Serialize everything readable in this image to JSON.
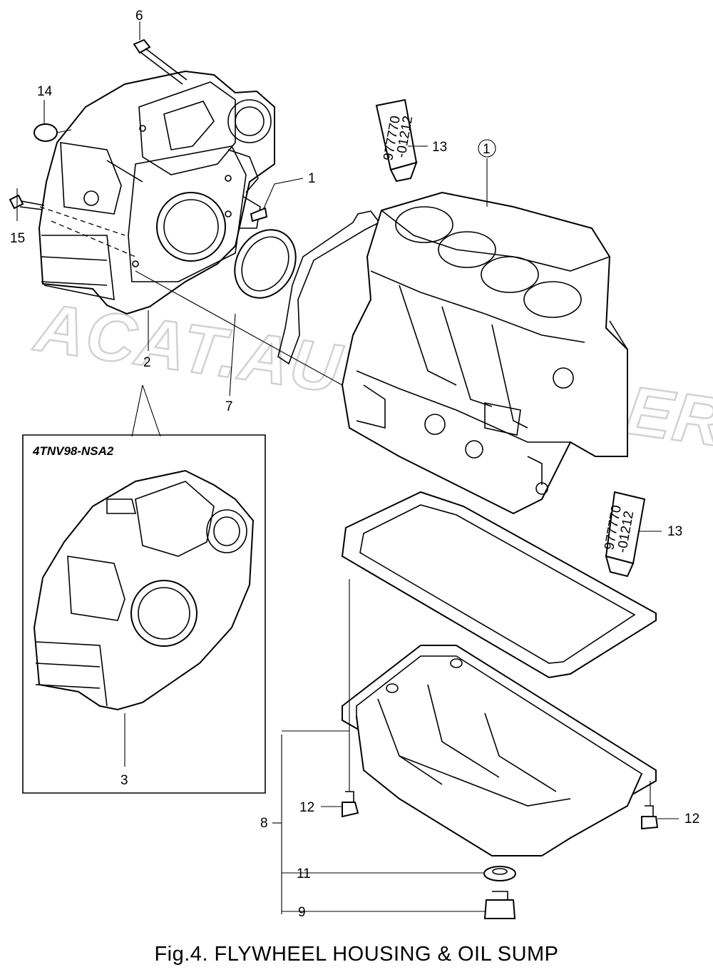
{
  "caption": "Fig.4.  FLYWHEEL HOUSING & OIL SUMP",
  "watermark": "ACAT.AUTODEALER.RU",
  "variant_label": "4TNV98-NSA2",
  "tube_label_a": "977770",
  "tube_label_b": "-01212",
  "callouts": {
    "c1": "1",
    "c1_circled": "1",
    "c2": "2",
    "c3": "3",
    "c6": "6",
    "c7": "7",
    "c8": "8",
    "c9": "9",
    "c11": "11",
    "c12_left": "12",
    "c12_right": "12",
    "c13_top": "13",
    "c13_right": "13",
    "c14": "14",
    "c15": "15"
  }
}
